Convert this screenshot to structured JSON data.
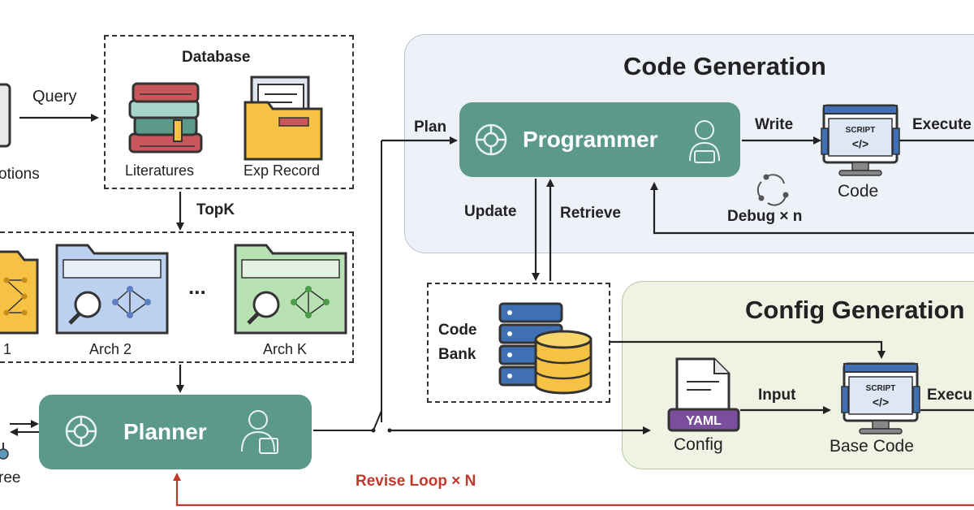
{
  "colors": {
    "agent_fill": "#5b9a8b",
    "code_panel_fill": "#eef2f8",
    "config_panel_fill": "#eef3e4",
    "revise_loop": "#c0392b",
    "folder_yellow": "#f6c244",
    "folder_blue": "#bcd0f0",
    "folder_green": "#b9e2b4",
    "script_blue": "#3f6fb5",
    "yaml_purple": "#7a4e9c"
  },
  "left_column": {
    "options_label": "otions",
    "query_label": "Query",
    "tree_label": "ree"
  },
  "database": {
    "title": "Database",
    "items": [
      {
        "label": "Literatures",
        "icon": "books-icon"
      },
      {
        "label": "Exp Record",
        "icon": "folder-icon"
      }
    ]
  },
  "topk_label": "TopK",
  "architectures": {
    "items": [
      {
        "label": "1",
        "color": "#f6c244"
      },
      {
        "label": "Arch 2",
        "color": "#bcd0f0"
      },
      {
        "label": "Arch K",
        "color": "#b9e2b4"
      }
    ],
    "ellipsis": "..."
  },
  "planner": {
    "label": "Planner"
  },
  "code_generation": {
    "title": "Code Generation",
    "plan_label": "Plan",
    "programmer_label": "Programmer",
    "write_label": "Write",
    "script_text": "SCRIPT",
    "script_tag": "</>",
    "code_label": "Code",
    "execute_label": "Execute",
    "debug_label": "Debug × n",
    "update_label": "Update",
    "retrieve_label": "Retrieve"
  },
  "code_bank": {
    "line1": "Code",
    "line2": "Bank"
  },
  "config_generation": {
    "title": "Config Generation",
    "yaml_text": "YAML",
    "config_label": "Config",
    "input_label": "Input",
    "script_text": "SCRIPT",
    "script_tag": "</>",
    "base_code_label": "Base Code",
    "execute_label": "Execu"
  },
  "revise_loop_label": "Revise Loop × N"
}
